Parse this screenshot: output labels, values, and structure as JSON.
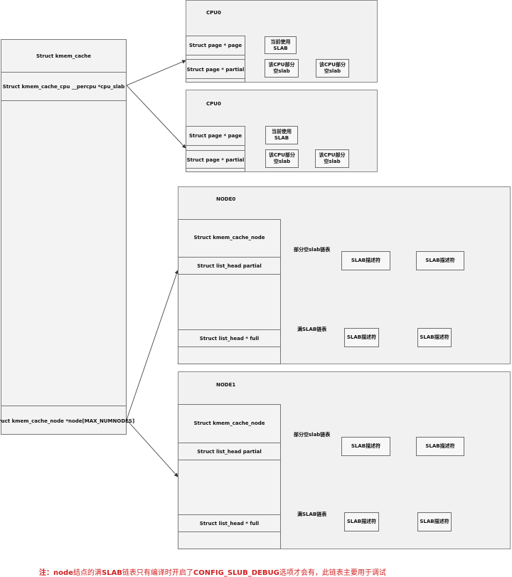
{
  "kmem_cache": {
    "title": "Struct kmem_cache",
    "cpu_slab_field": "Struct kmem_cache_cpu __percpu *cpu_slab",
    "node_field": "Struct kmem_cache_node *node[MAX_NUMNODES]"
  },
  "cpu_panels": [
    {
      "title": "CPU0",
      "page_field": "Struct page * page",
      "partial_field": "Struct page * partial",
      "current_slab": "当前使用\nSLAB",
      "partial_slab_1": "该CPU部分\n空slab",
      "partial_slab_2": "该CPU部分\n空slab"
    },
    {
      "title": "CPU0",
      "page_field": "Struct page * page",
      "partial_field": "Struct page * partial",
      "current_slab": "当前使用\nSLAB",
      "partial_slab_1": "该CPU部分\n空slab",
      "partial_slab_2": "该CPU部分\n空slab"
    }
  ],
  "node_panels": [
    {
      "title": "NODE0",
      "struct_title": "Struct kmem_cache_node",
      "partial_field": "Struct list_head  partial",
      "full_field": "Struct list_head * full",
      "partial_list_label": "部分空slab链表",
      "full_list_label": "满SLAB链表",
      "descriptor_1": "SLAB描述符",
      "descriptor_2": "SLAB描述符",
      "descriptor_3": "SLAB描述符",
      "descriptor_4": "SLAB描述符"
    },
    {
      "title": "NODE1",
      "struct_title": "Struct kmem_cache_node",
      "partial_field": "Struct list_head  partial",
      "full_field": "Struct list_head * full",
      "partial_list_label": "部分空slab链表",
      "full_list_label": "满SLAB链表",
      "descriptor_1": "SLAB描述符",
      "descriptor_2": "SLAB描述符",
      "descriptor_3": "SLAB描述符",
      "descriptor_4": "SLAB描述符"
    }
  ],
  "note": {
    "prefix": "注：",
    "node": "node",
    "text1": "结点的满",
    "slab": "SLAB",
    "text2": "链表只有编译时开启了",
    "config": "CONFIG_SLUB_DEBUG",
    "text3": "选项才会有，此链表主要用于调试"
  }
}
